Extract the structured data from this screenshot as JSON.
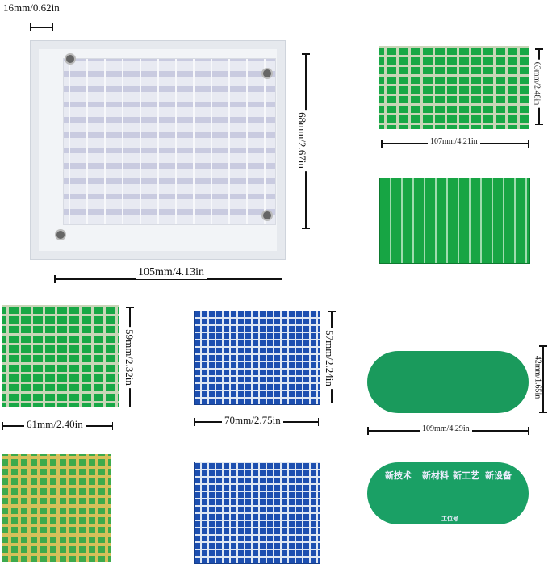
{
  "dimensions": {
    "box_depth": "16mm/0.62in",
    "box_height": "68mm/2.67in",
    "box_width": "105mm/4.13in",
    "pcb1_height": "63mm/2.48in",
    "pcb1_width": "107mm/4.21in",
    "green_board_height": "59mm/2.32in",
    "green_board_width": "61mm/2.40in",
    "blue_board_height": "57mm/2.24in",
    "blue_board_width": "70mm/2.75in",
    "oval_board_height": "42mm/1.65in",
    "oval_board_width": "109mm/4.29in"
  },
  "oval_back_text": [
    "新技术",
    "新材料",
    "新工艺",
    "新设备"
  ],
  "oval_back_station": "工位号"
}
